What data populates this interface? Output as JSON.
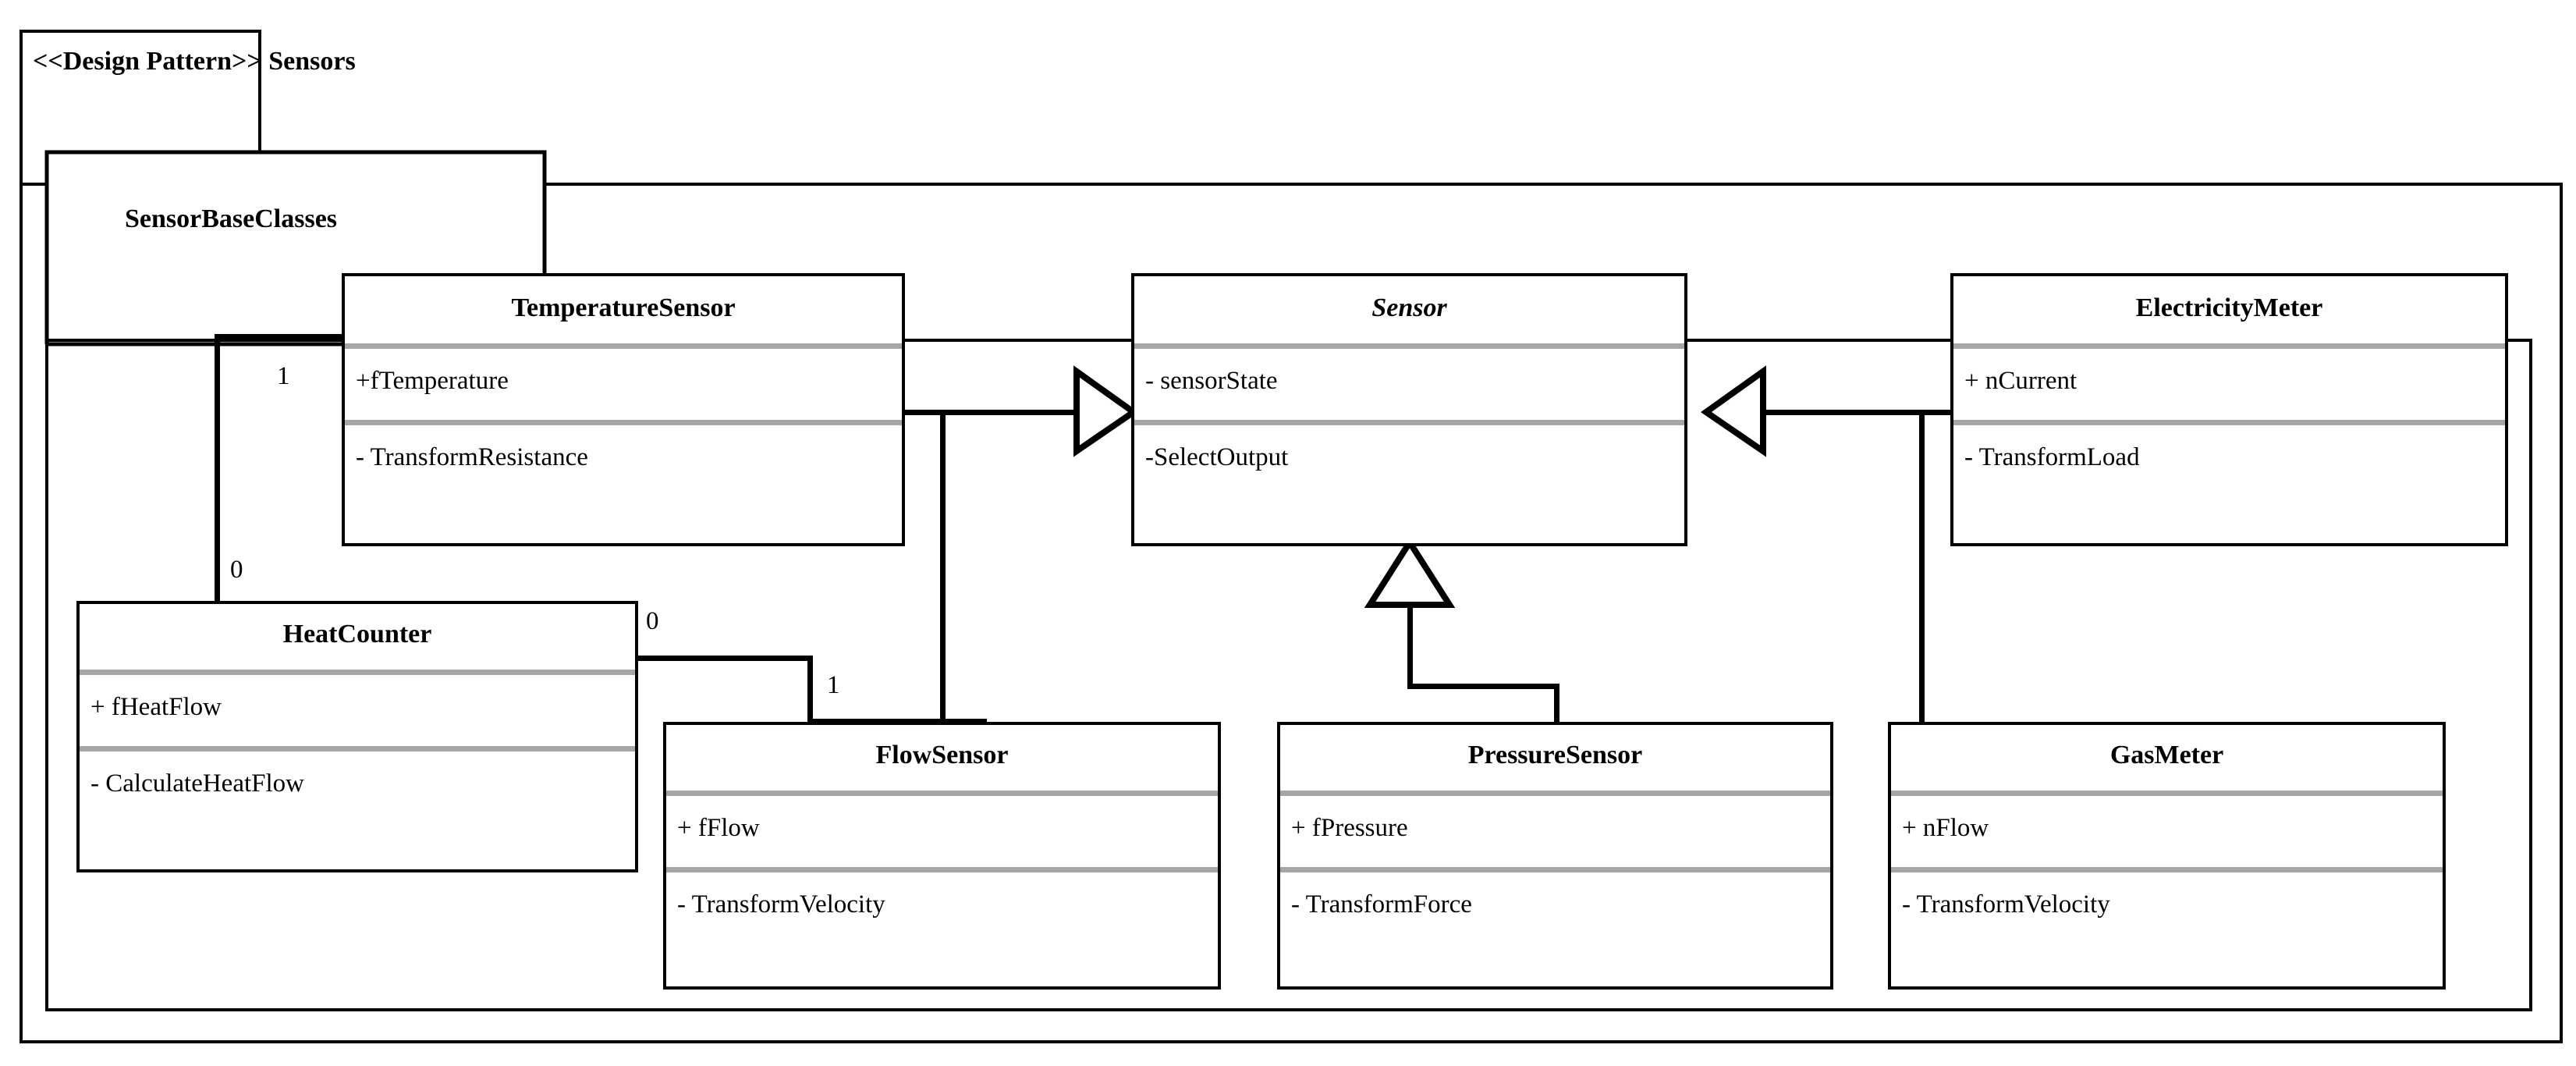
{
  "diagram": {
    "type": "uml-class-diagram",
    "outer_package": {
      "label": "<<Design Pattern>> Sensors",
      "stereotype": "Design Pattern",
      "name": "Sensors"
    },
    "inner_package": {
      "label": "SensorBaseClasses"
    },
    "colors": {
      "stroke": "#000000",
      "separator": "#a6a6a6",
      "background": "#ffffff"
    },
    "classes": [
      {
        "id": "temperature-sensor",
        "name": "TemperatureSensor",
        "abstract": false,
        "attributes": [
          "+fTemperature"
        ],
        "operations": [
          "- TransformResistance"
        ]
      },
      {
        "id": "sensor",
        "name": "Sensor",
        "abstract": true,
        "attributes": [
          "- sensorState"
        ],
        "operations": [
          "-SelectOutput"
        ]
      },
      {
        "id": "electricity-meter",
        "name": "ElectricityMeter",
        "abstract": false,
        "attributes": [
          "+ nCurrent"
        ],
        "operations": [
          "- TransformLoad"
        ]
      },
      {
        "id": "heat-counter",
        "name": "HeatCounter",
        "abstract": false,
        "attributes": [
          "+ fHeatFlow"
        ],
        "operations": [
          "- CalculateHeatFlow"
        ]
      },
      {
        "id": "flow-sensor",
        "name": "FlowSensor",
        "abstract": false,
        "attributes": [
          "+ fFlow"
        ],
        "operations": [
          "- TransformVelocity"
        ]
      },
      {
        "id": "pressure-sensor",
        "name": "PressureSensor",
        "abstract": false,
        "attributes": [
          "+ fPressure"
        ],
        "operations": [
          "- TransformForce"
        ]
      },
      {
        "id": "gas-meter",
        "name": "GasMeter",
        "abstract": false,
        "attributes": [
          "+ nFlow"
        ],
        "operations": [
          "- TransformVelocity"
        ]
      }
    ],
    "relationships": [
      {
        "id": "gen-temperature-sensor",
        "type": "generalization",
        "from": "TemperatureSensor",
        "to": "Sensor"
      },
      {
        "id": "gen-flow-sensor",
        "type": "generalization",
        "from": "FlowSensor",
        "to": "Sensor"
      },
      {
        "id": "gen-pressure-sensor",
        "type": "generalization",
        "from": "PressureSensor",
        "to": "Sensor"
      },
      {
        "id": "gen-electricity-meter",
        "type": "generalization",
        "from": "ElectricityMeter",
        "to": "Sensor"
      },
      {
        "id": "gen-gas-meter",
        "type": "generalization",
        "from": "GasMeter",
        "to": "Sensor"
      },
      {
        "id": "assoc-temperature-heat",
        "type": "association",
        "from": "TemperatureSensor",
        "to": "HeatCounter",
        "from_multiplicity": "1",
        "to_multiplicity": "0"
      },
      {
        "id": "assoc-heat-flow",
        "type": "association",
        "from": "HeatCounter",
        "to": "FlowSensor",
        "from_multiplicity": "0",
        "to_multiplicity": "1"
      }
    ],
    "multiplicity_labels": {
      "temp_side": "1",
      "heat_side_top": "0",
      "heat_side_right": "0",
      "flow_side": "1"
    }
  }
}
